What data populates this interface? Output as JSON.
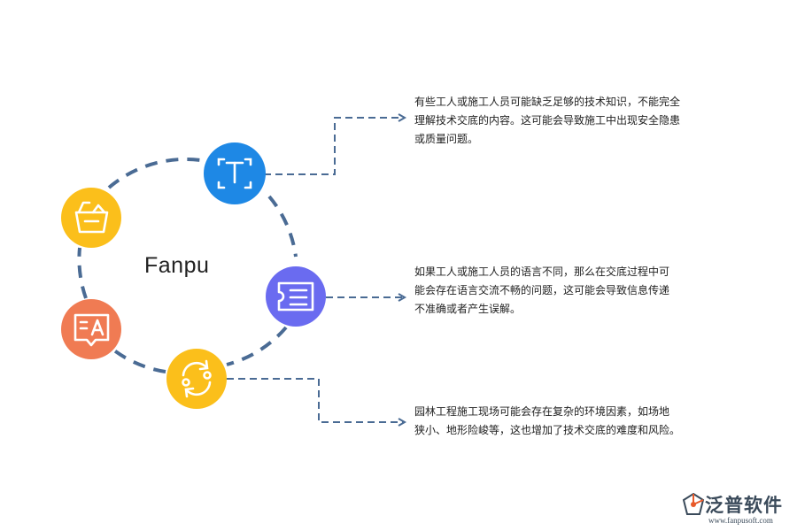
{
  "center_label": "Fanpu",
  "nodes": [
    {
      "name": "text-recognition",
      "icon": "text-frame-icon",
      "color": "#1e88e5"
    },
    {
      "name": "basket",
      "icon": "basket-icon",
      "color": "#fbbf1b"
    },
    {
      "name": "translate",
      "icon": "translate-chat-icon",
      "color": "#f07b53"
    },
    {
      "name": "exchange",
      "icon": "exchange-arrows-icon",
      "color": "#fbbf1b"
    },
    {
      "name": "list-card",
      "icon": "list-card-icon",
      "color": "#6a6bf0"
    }
  ],
  "notes": [
    {
      "lines": [
        "有些工人或施工人员可能缺乏足够的技术知识，不能完全",
        "理解技术交底的内容。这可能会导致施工中出现安全隐患",
        "或质量问题。"
      ]
    },
    {
      "lines": [
        "如果工人或施工人员的语言不同，那么在交底过程中可",
        "能会存在语言交流不畅的问题，这可能会导致信息传递",
        "不准确或者产生误解。"
      ]
    },
    {
      "lines": [
        "园林工程施工现场可能会存在复杂的环境因素，如场地",
        "狭小、地形险峻等，这也增加了技术交底的难度和风险。"
      ]
    }
  ],
  "logo": {
    "name": "泛普软件",
    "url": "www.fanpusoft.com"
  },
  "colors": {
    "ring": "#4a6b94",
    "connector": "#4a6b94"
  }
}
